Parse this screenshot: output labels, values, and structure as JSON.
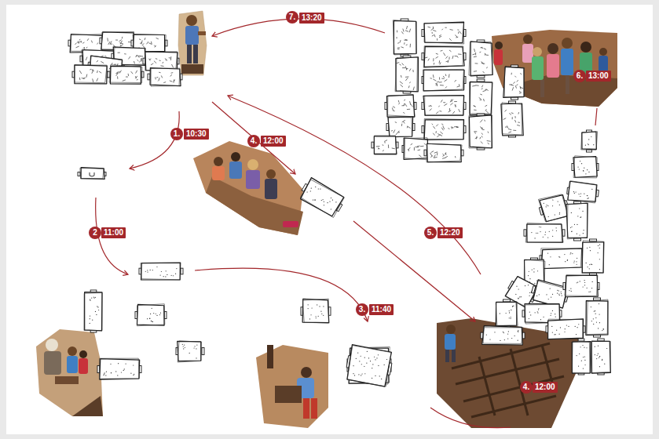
{
  "diagram": {
    "labels": [
      "1.",
      "10:30",
      "2",
      "11:00",
      "3.",
      "11:40",
      "4.",
      "12:00",
      "4.",
      "12:00",
      "5.",
      "12:20",
      "6.",
      "13:00",
      "7.",
      "13:20"
    ]
  }
}
